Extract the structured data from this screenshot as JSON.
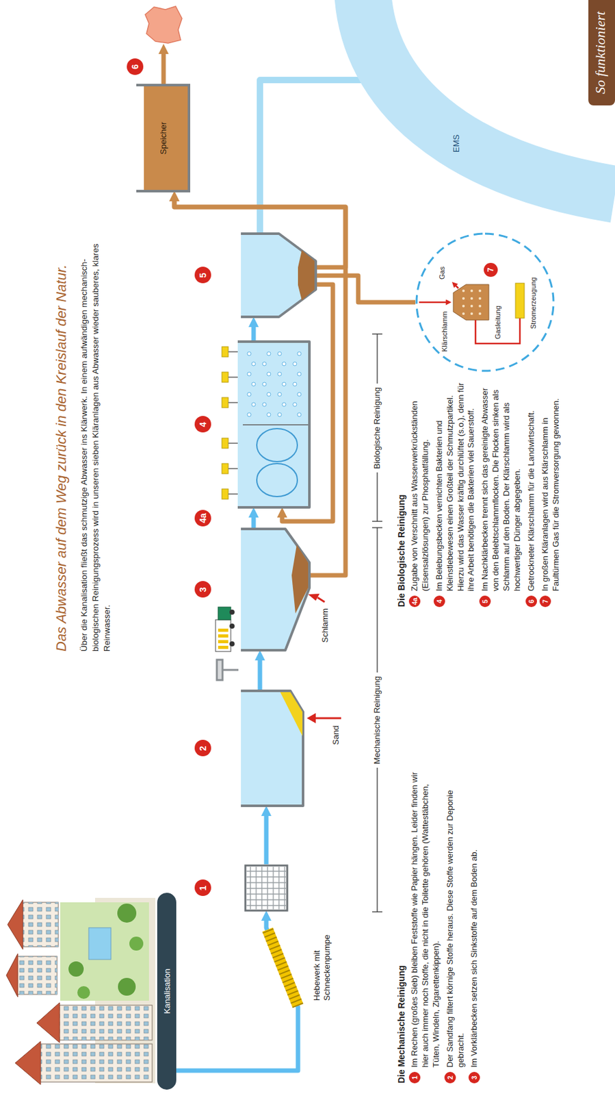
{
  "diagram": {
    "title": "Das Abwasser auf dem Weg zurück in den Kreislauf der Natur.",
    "nodes": [
      {
        "text": [
          "Kanalisation"
        ]
      },
      {
        "text": [
          "1"
        ]
      },
      {
        "text": [
          "2"
        ]
      },
      {
        "text": [
          "3"
        ]
      },
      {
        "text": [
          "4"
        ]
      },
      {
        "text": [
          "5"
        ]
      },
      {
        "text": [
          "Speicher"
        ]
      },
      {
        "text": [
          "6"
        ]
      },
      {
        "text": [
          "EMS"
        ]
      },
      {
        "text": [
          "Gas",
          "Klärschlamm",
          "Gasleitung",
          "7",
          "Stromerzeugung"
        ]
      }
    ],
    "edges": [
      {
        "from": 0,
        "to": 1,
        "arrow": "to"
      },
      {
        "from": 1,
        "to": 2,
        "arrow": "to"
      },
      {
        "from": 2,
        "to": 3,
        "arrow": "to"
      },
      {
        "from": 3,
        "to": 4,
        "arrow": "to"
      },
      {
        "from": 4,
        "to": 5,
        "arrow": "to"
      },
      {
        "from": 5,
        "to": 8,
        "arrow": "none"
      },
      {
        "from": 3,
        "to": 6,
        "arrow": "to"
      },
      {
        "from": 5,
        "to": 6,
        "arrow": "to"
      },
      {
        "from": 5,
        "to": 4,
        "arrow": "to"
      },
      {
        "from": 5,
        "to": 9,
        "arrow": "none"
      },
      {
        "from": 6,
        "to": 7,
        "arrow": "to"
      }
    ],
    "labels": [
      "So funktioniert",
      "Über die Kanalisation fließt das schmutzige Abwasser ins Klärwerk. In einem aufwändigen mechanisch-biologischen Reinigungsprozess wird in unseren sieben Kläranlagen aus Abwasser wieder sauberes, klares Reinwasser.",
      "Hebewerk mit Schneckenpumpe",
      "Sand",
      "Schlamm",
      "4a",
      "Mechanische Reinigung",
      "Biologische Reinigung",
      "Die Mechanische Reinigung",
      "1",
      "Im Rechen (großes Sieb) bleiben Feststoffe wie Papier hängen. Leider finden wir hier auch immer noch Stoffe, die nicht in die Toilette gehören (Wattestäbchen, Tüten, Windeln, Zigarettenkippen).",
      "2",
      "Der Sandfang filtert körnige Stoffe heraus. Diese Stoffe werden zur Deponie gebracht.",
      "3",
      "Im Vorklärbecken setzen sich Sinkstoffe auf dem Boden ab.",
      "Die Biologische Reinigung",
      "4a",
      "Zugabe von Verschnitt aus Wasserwerkrückständen (Eisensalzlösungen) zur Phosphatfällung.",
      "4",
      "Im Belebungsbecken vernichten Bakterien und Kleinstlebewesen einen Großteil der Schmutzpartikel. Hierzu wird das Wasser kräftig durchlüftet (s.o.), denn für ihre Arbeit benötigen die Bakterien viel Sauerstoff.",
      "5",
      "Im Nachklärbecken trennt sich das gereinigte Abwasser von den Belebtschlammflocken. Die Flocken sinken als Schlamm auf den Boden. Der Klärschlamm wird als hochwertiger Dünger abgegeben.",
      "6",
      "Getrockneter Klärschlamm für die Landwirtschaft.",
      "7",
      "In großen Kläranlagen wird aus Klärschlamm in Faultürmen Gas für die Stromversorgung gewonnen."
    ]
  }
}
